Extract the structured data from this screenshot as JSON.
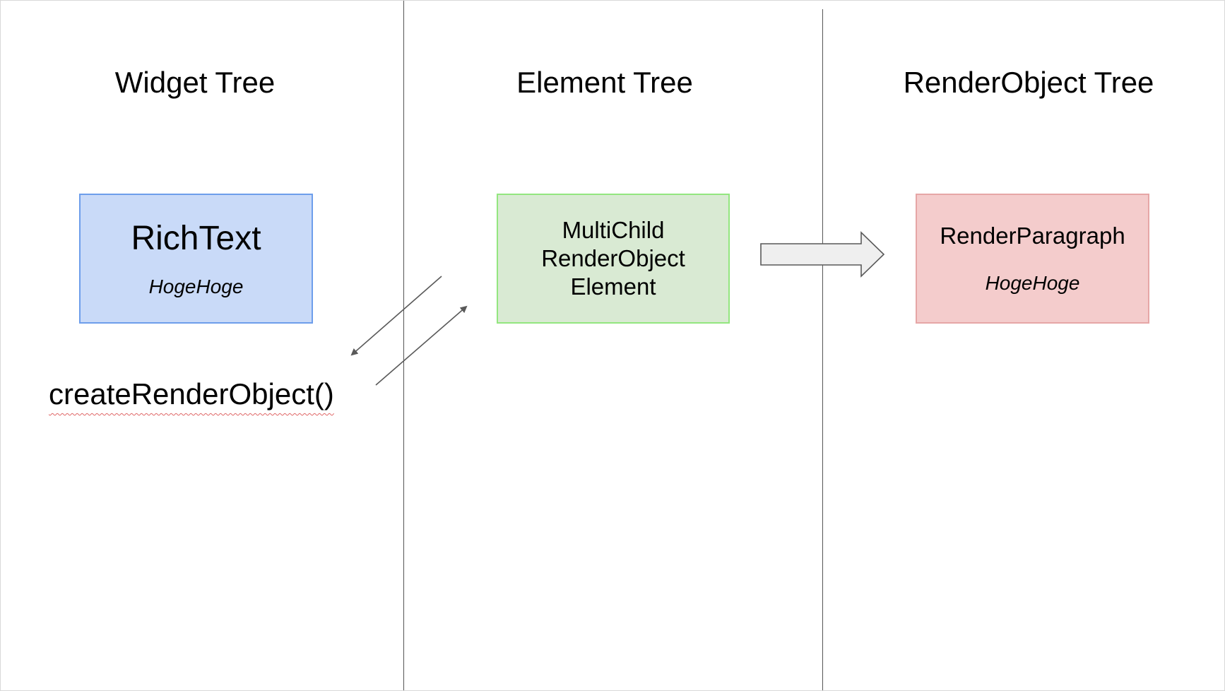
{
  "columns": [
    {
      "title": "Widget Tree"
    },
    {
      "title": "Element Tree"
    },
    {
      "title": "RenderObject Tree"
    }
  ],
  "nodes": {
    "widget": {
      "title": "RichText",
      "subtitle": "HogeHoge",
      "fill": "#c9daf8",
      "border": "#6d9eeb"
    },
    "element": {
      "lines": [
        "MultiChild",
        "RenderObject",
        "Element"
      ],
      "fill": "#d9ead3",
      "border": "#93e67f"
    },
    "render": {
      "title": "RenderParagraph",
      "subtitle": "HogeHoge",
      "fill": "#f4cccc",
      "border": "#e6a6a6"
    }
  },
  "method_label": "createRenderObject()",
  "colors": {
    "divider": "#555555",
    "arrow": "#595959",
    "block_arrow_fill": "#efefef",
    "block_arrow_stroke": "#595959",
    "spellcheck_underline": "#e06666"
  }
}
